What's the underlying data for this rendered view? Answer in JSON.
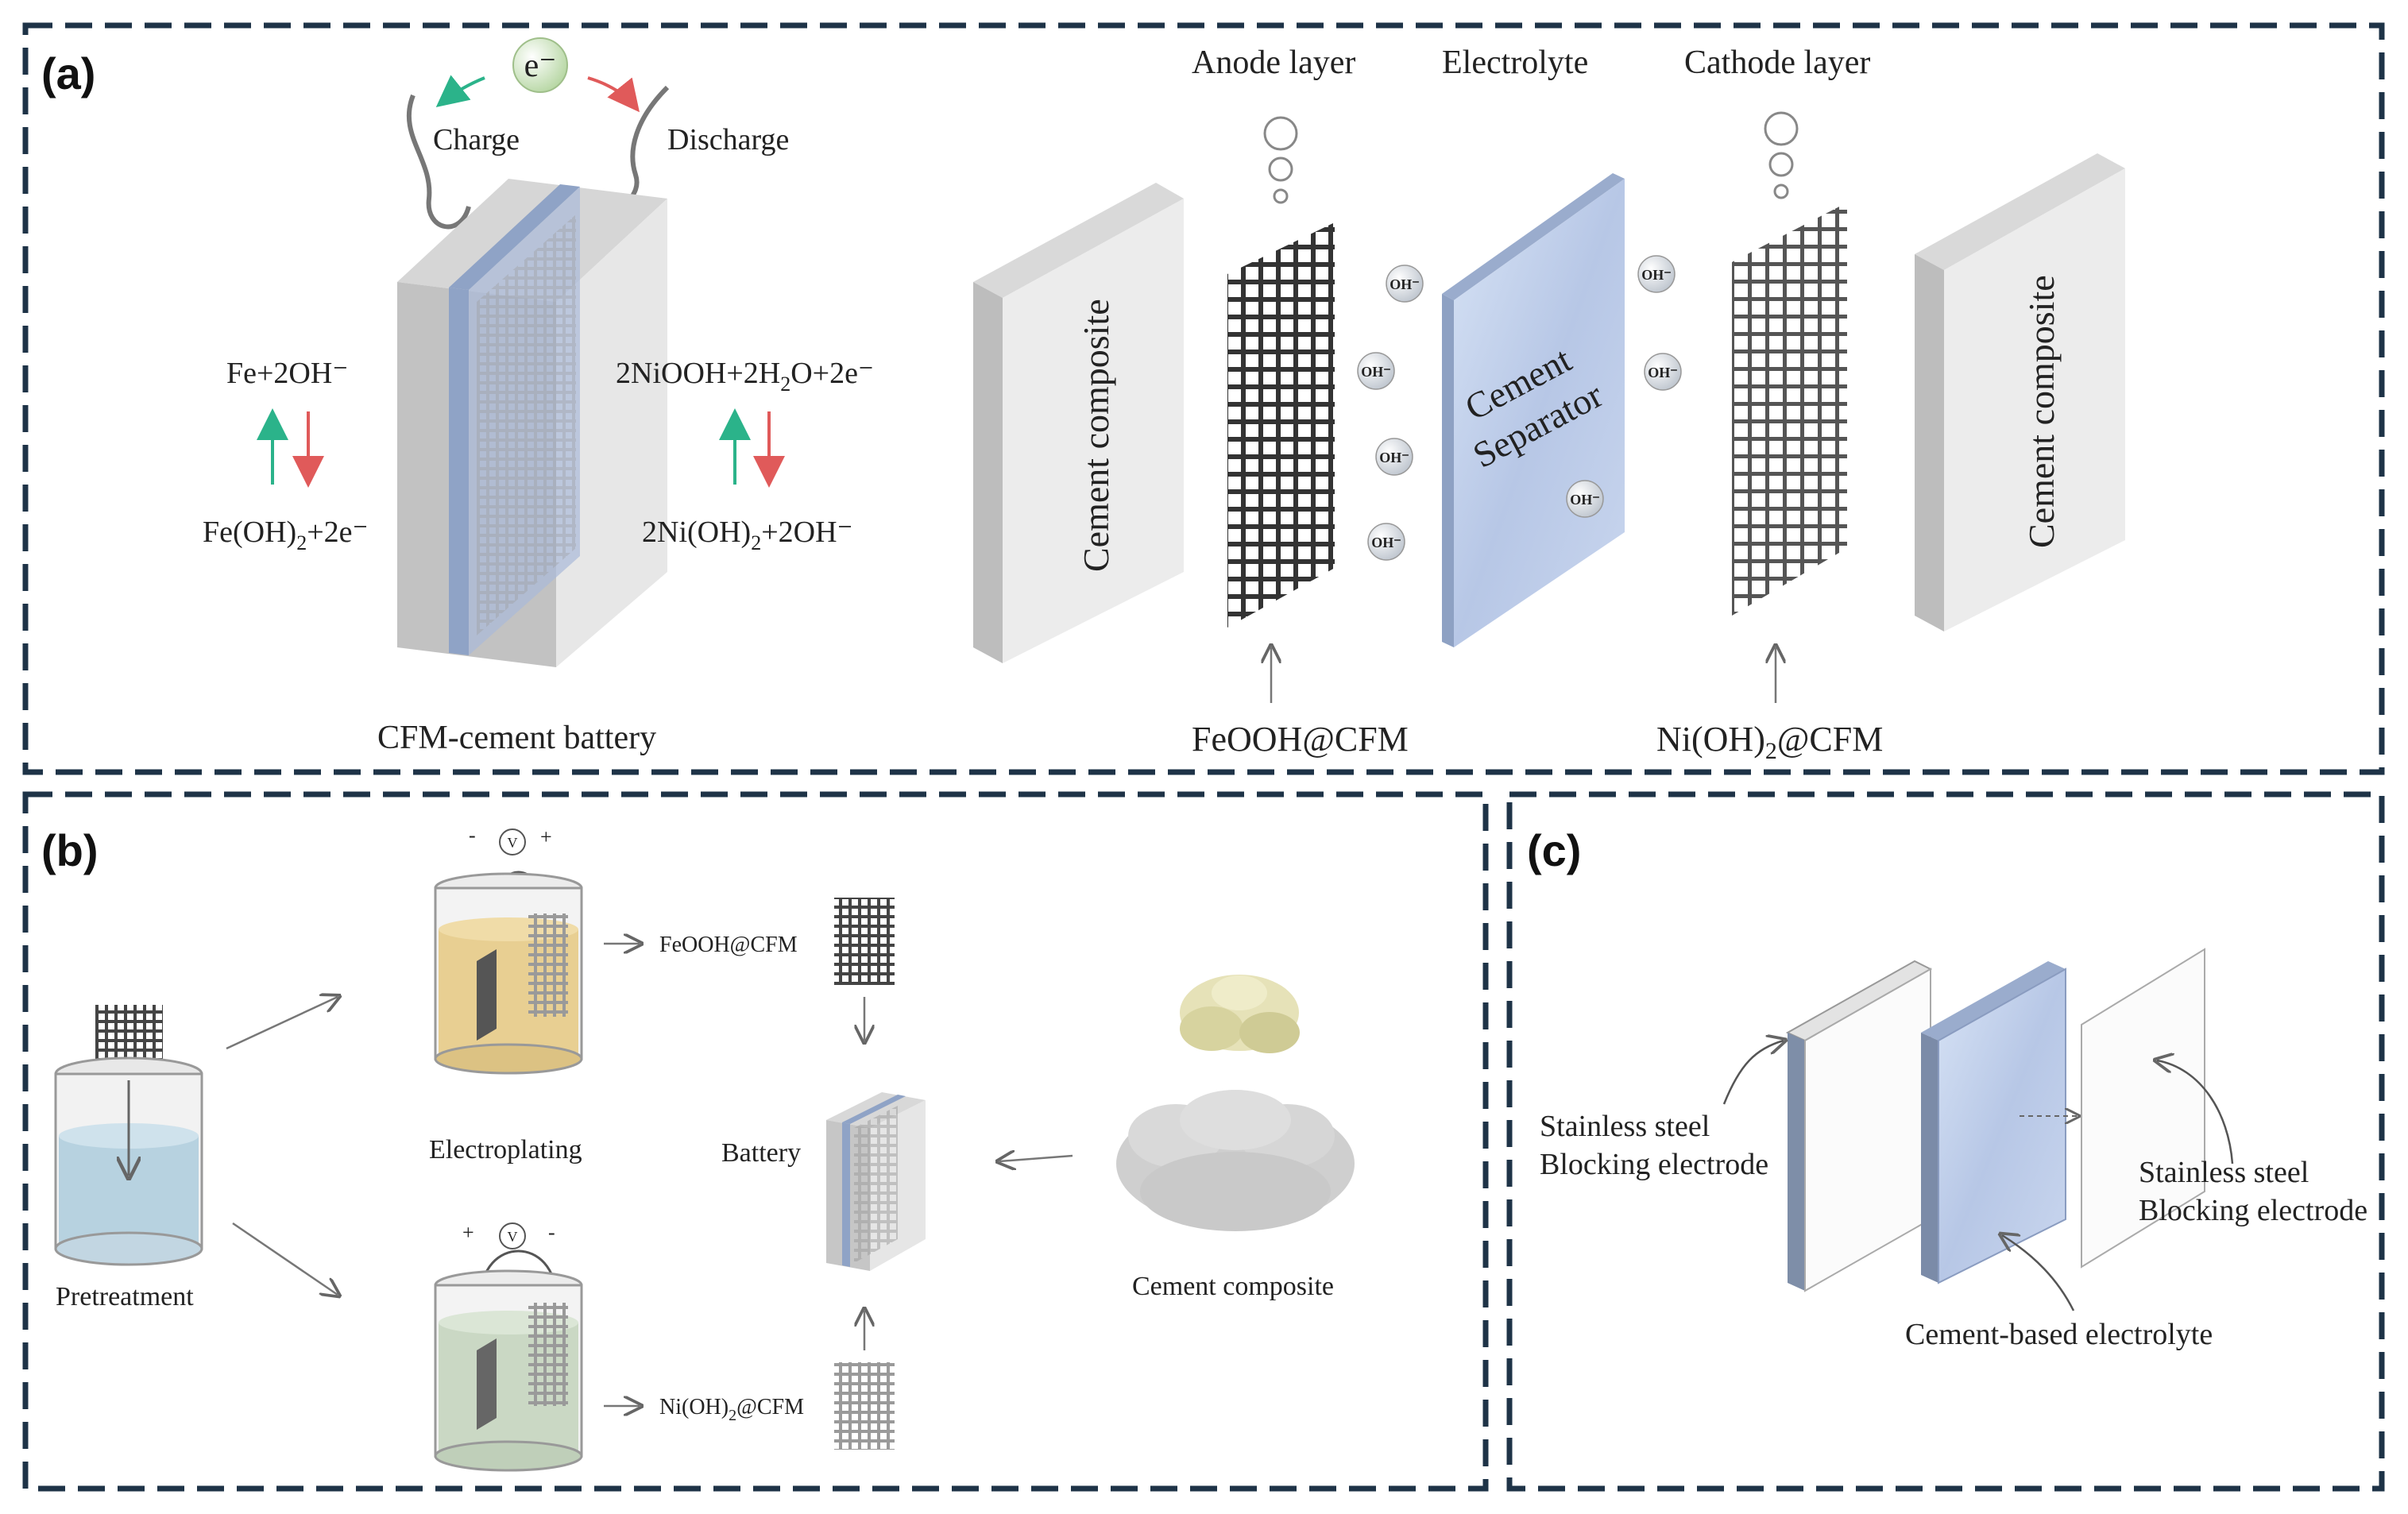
{
  "colors": {
    "frame": "#1e3347",
    "charge_arrow": "#2bb38a",
    "discharge_arrow": "#e05a5a",
    "battery_green": "#4a8a3c",
    "separator_blue": "#b9c8e6",
    "cement_face": "#ececec",
    "cement_side": "#bdbdbd"
  },
  "panels": {
    "a": {
      "label": "(a)",
      "electron": "e⁻",
      "charge": "Charge",
      "discharge": "Discharge",
      "left_eq_top": "Fe+2OH⁻",
      "left_eq_bottom": {
        "a": "Fe(OH)",
        "sub": "2",
        "b": "+2e⁻"
      },
      "right_eq_top": {
        "a": "2NiOOH+2H",
        "sub": "2",
        "b": "O+2e⁻"
      },
      "right_eq_bottom": {
        "a": "2Ni(OH)",
        "sub": "2",
        "b": "+2OH⁻"
      },
      "battery_caption": "CFM-cement battery",
      "anode_layer": "Anode layer",
      "electrolyte": "Electrolyte",
      "cathode_layer": "Cathode layer",
      "cement_composite": "Cement composite",
      "separator_line1": "Cement",
      "separator_line2": "Separator",
      "ion": "OH⁻",
      "anode_caption": "FeOOH@CFM",
      "cathode_caption": {
        "a": "Ni(OH)",
        "sub": "2",
        "b": "@CFM"
      }
    },
    "b": {
      "label": "(b)",
      "pretreatment": "Pretreatment",
      "electroplating": "Electroplating",
      "battery": "Battery",
      "cement_composite": "Cement composite",
      "feooh": "FeOOH@CFM",
      "nioh": {
        "a": "Ni(OH)",
        "sub": "2",
        "b": "@CFM"
      },
      "voltmeter": "V",
      "minus": "-",
      "plus": "+"
    },
    "c": {
      "label": "(c)",
      "left_line1": "Stainless steel",
      "left_line2": "Blocking electrode",
      "right_line1": "Stainless steel",
      "right_line2": "Blocking electrode",
      "electrolyte": "Cement-based electrolyte"
    }
  }
}
